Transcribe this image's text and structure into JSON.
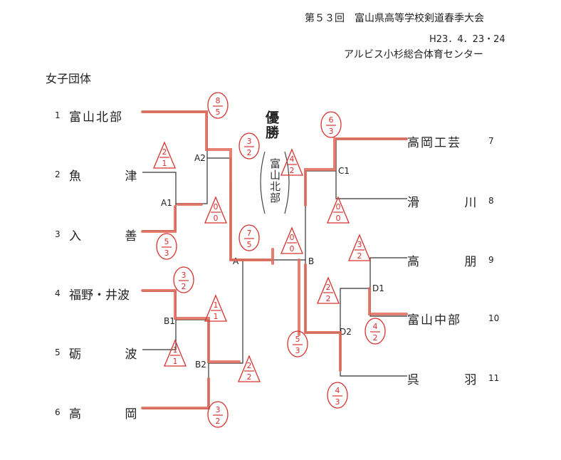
{
  "header": {
    "event": "第５３回　富山県高等学校剣道春季大会",
    "date": "H23．4．23・24",
    "venue": "アルビス小杉総合体育センター"
  },
  "title": "女子団体",
  "teams": [
    {
      "seed": "1",
      "name": "富山北部"
    },
    {
      "seed": "2",
      "name": "魚 津"
    },
    {
      "seed": "3",
      "name": "入 善"
    },
    {
      "seed": "4",
      "name": "福野・井波"
    },
    {
      "seed": "5",
      "name": "砺 波"
    },
    {
      "seed": "6",
      "name": "高 岡"
    },
    {
      "seed": "7",
      "name": "高岡工芸"
    },
    {
      "seed": "8",
      "name": "滑 川"
    },
    {
      "seed": "9",
      "name": "高 朋"
    },
    {
      "seed": "10",
      "name": "富山中部"
    },
    {
      "seed": "11",
      "name": "呉 羽"
    }
  ],
  "match_labels": [
    "A2",
    "A1",
    "B1",
    "B2",
    "A",
    "B",
    "C1",
    "D1",
    "D2"
  ],
  "champion": {
    "label": "優勝",
    "team": "富山北部"
  },
  "scores": [
    {
      "id": "s-fukino",
      "shape": "circle",
      "top": "3",
      "bottom": "2"
    },
    {
      "id": "s-toyama-kita",
      "shape": "circle",
      "top": "8",
      "bottom": "5"
    },
    {
      "id": "s-uozu",
      "shape": "triangle",
      "top": "2",
      "bottom": "1"
    },
    {
      "id": "s-a2",
      "shape": "circle",
      "top": "3",
      "bottom": "2"
    },
    {
      "id": "s-a1",
      "shape": "triangle",
      "top": "0",
      "bottom": "0"
    },
    {
      "id": "s-nyuzen",
      "shape": "circle",
      "top": "5",
      "bottom": "3"
    },
    {
      "id": "s-final-a",
      "shape": "circle",
      "top": "7",
      "bottom": "5"
    },
    {
      "id": "s-b1",
      "shape": "triangle",
      "top": "1",
      "bottom": "1"
    },
    {
      "id": "s-tonami",
      "shape": "triangle",
      "top": "1",
      "bottom": "1"
    },
    {
      "id": "s-b2",
      "shape": "triangle",
      "top": "2",
      "bottom": "2"
    },
    {
      "id": "s-takaoka",
      "shape": "circle",
      "top": "3",
      "bottom": "2"
    },
    {
      "id": "s-kogei",
      "shape": "circle",
      "top": "6",
      "bottom": "3"
    },
    {
      "id": "s-c1",
      "shape": "triangle",
      "top": "4",
      "bottom": "2"
    },
    {
      "id": "s-namerikawa",
      "shape": "triangle",
      "top": "0",
      "bottom": "0"
    },
    {
      "id": "s-final-b",
      "shape": "triangle",
      "top": "0",
      "bottom": "0"
    },
    {
      "id": "s-koho",
      "shape": "triangle",
      "top": "3",
      "bottom": "2"
    },
    {
      "id": "s-d1",
      "shape": "triangle",
      "top": "2",
      "bottom": "2"
    },
    {
      "id": "s-chubu",
      "shape": "circle",
      "top": "4",
      "bottom": "2"
    },
    {
      "id": "s-d2",
      "shape": "circle",
      "top": "5",
      "bottom": "3"
    },
    {
      "id": "s-kureha",
      "shape": "circle",
      "top": "4",
      "bottom": "3"
    }
  ],
  "colors": {
    "win_line": "#e06a5a",
    "score_ink": "#d8322f",
    "bracket_line": "#333333"
  }
}
